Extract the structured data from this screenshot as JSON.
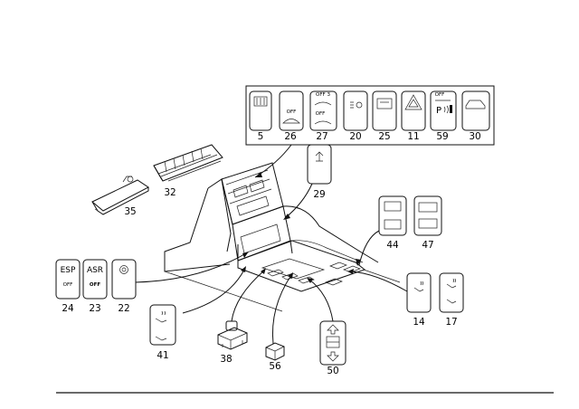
{
  "callouts": {
    "c5": "5",
    "c26": "26",
    "c27": "27",
    "c20": "20",
    "c25": "25",
    "c11": "11",
    "c59": "59",
    "c30": "30",
    "c32": "32",
    "c35": "35",
    "c29": "29",
    "c44": "44",
    "c47": "47",
    "c24": "24",
    "c23": "23",
    "c22": "22",
    "c14": "14",
    "c17": "17",
    "c41": "41",
    "c38": "38",
    "c56": "56",
    "c50": "50"
  },
  "switch_text": {
    "off": "OFF",
    "off3": "OFF 3",
    "esp": "ESP",
    "asr": "ASR",
    "p": "P"
  },
  "icons": {
    "rear_defrost": "rear-window-defrost-icon",
    "park_distance": "park-distance-control-icon",
    "hazard": "hazard-warning-triangle-icon",
    "seat_heating": "seat-heating-icon",
    "alarm": "alarm-car-icon",
    "roof": "sunroof-icon"
  }
}
